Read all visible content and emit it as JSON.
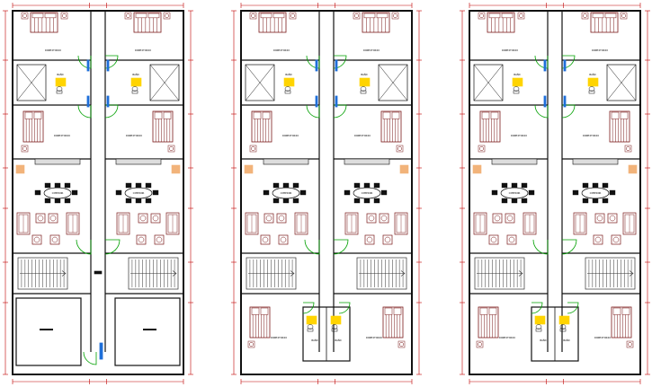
{
  "labels": {
    "dormitorio": "DORMITORIO",
    "bano": "BAÑO",
    "comedor": "COMEDOR"
  },
  "colors": {
    "wall": "#111111",
    "dimension": "#c00000",
    "door": "#00a000",
    "window": "#1e6fd9",
    "furniture": "#7a1a1a",
    "appliance": "#f2b37a",
    "fixture": "#ffd400",
    "stair": "#333333"
  },
  "icons": [
    "bed-icon",
    "dining-table-icon",
    "sofa-icon",
    "toilet-icon",
    "stair-icon",
    "door-swing-icon"
  ]
}
